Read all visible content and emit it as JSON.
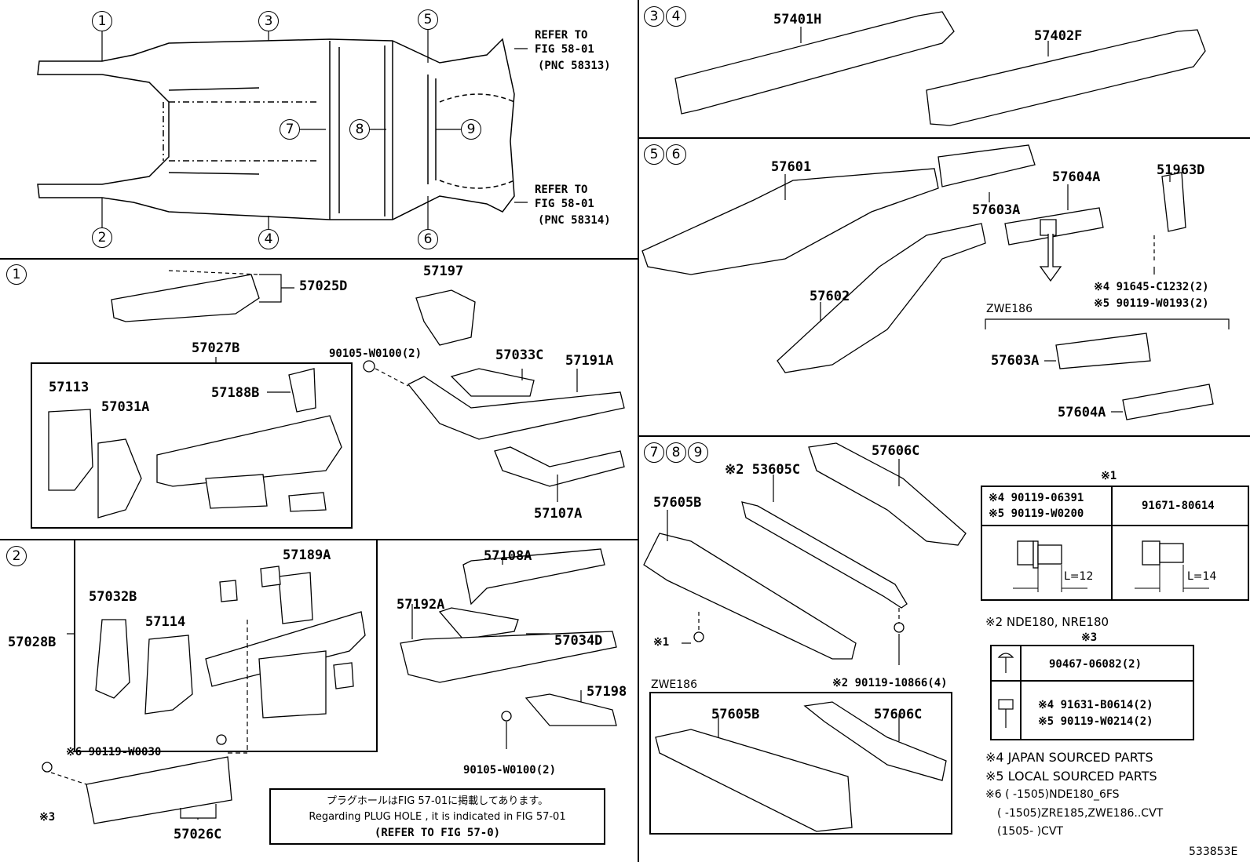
{
  "overview": {
    "callouts": [
      "1",
      "2",
      "3",
      "4",
      "5",
      "6",
      "7",
      "8",
      "9"
    ],
    "refer_top": [
      "REFER TO",
      "FIG 58-01",
      "(PNC 58313)"
    ],
    "refer_bottom": [
      "REFER TO",
      "FIG 58-01",
      "(PNC 58314)"
    ]
  },
  "panels": {
    "p1_header": "1",
    "p2_header": "2",
    "p34_header": [
      "3",
      "4"
    ],
    "p56_header": [
      "5",
      "6"
    ],
    "p789_header": [
      "7",
      "8",
      "9"
    ]
  },
  "parts": {
    "p1": [
      "57025D",
      "57197",
      "90105-W0100(2)",
      "57027B",
      "57033C",
      "57191A",
      "57113",
      "57031A",
      "57188B",
      "57107A"
    ],
    "p2": [
      "57189A",
      "57108A",
      "57032B",
      "57192A",
      "57114",
      "57028B",
      "57034D",
      "57198",
      "※6 90119-W0030",
      "90105-W0100(2)",
      "※3",
      "57026C"
    ],
    "p34": [
      "57401H",
      "57402F"
    ],
    "p56": [
      "57601",
      "57604A",
      "51963D",
      "57603A",
      "57602",
      "※4 91645-C1232(2)",
      "※5 90119-W0193(2)",
      "ZWE186",
      "57603A",
      "57604A"
    ],
    "p789": [
      "57606C",
      "※2 53605C",
      "57605B",
      "※1",
      "※2 90119-10866(4)",
      "ZWE186",
      "57605B",
      "57606C"
    ]
  },
  "table1": {
    "title": "※1",
    "left_line1": "※4 90119-06391",
    "left_line2": "※5 90119-W0200",
    "right": "91671-80614",
    "dim_left": "L=12",
    "dim_right": "L=14"
  },
  "note2": "※2 NDE180, NRE180",
  "table3": {
    "title": "※3",
    "row1": "90467-06082(2)",
    "row2_line1": "※4 91631-B0614(2)",
    "row2_line2": "※5 90119-W0214(2)"
  },
  "footnotes": [
    "※4 JAPAN SOURCED PARTS",
    "※5 LOCAL SOURCED PARTS",
    "※6 (       -1505)NDE180_6FS",
    "(       -1505)ZRE185,ZWE186..CVT",
    "(1505-      )CVT"
  ],
  "plug_note": {
    "jp": "プラグホールはFIG 57-01に掲載してあります。",
    "en": "Regarding  PLUG  HOLE , it is indicated in FIG  57-01",
    "ref": "(REFER TO FIG 57-0)"
  },
  "figure_id": "533853E"
}
